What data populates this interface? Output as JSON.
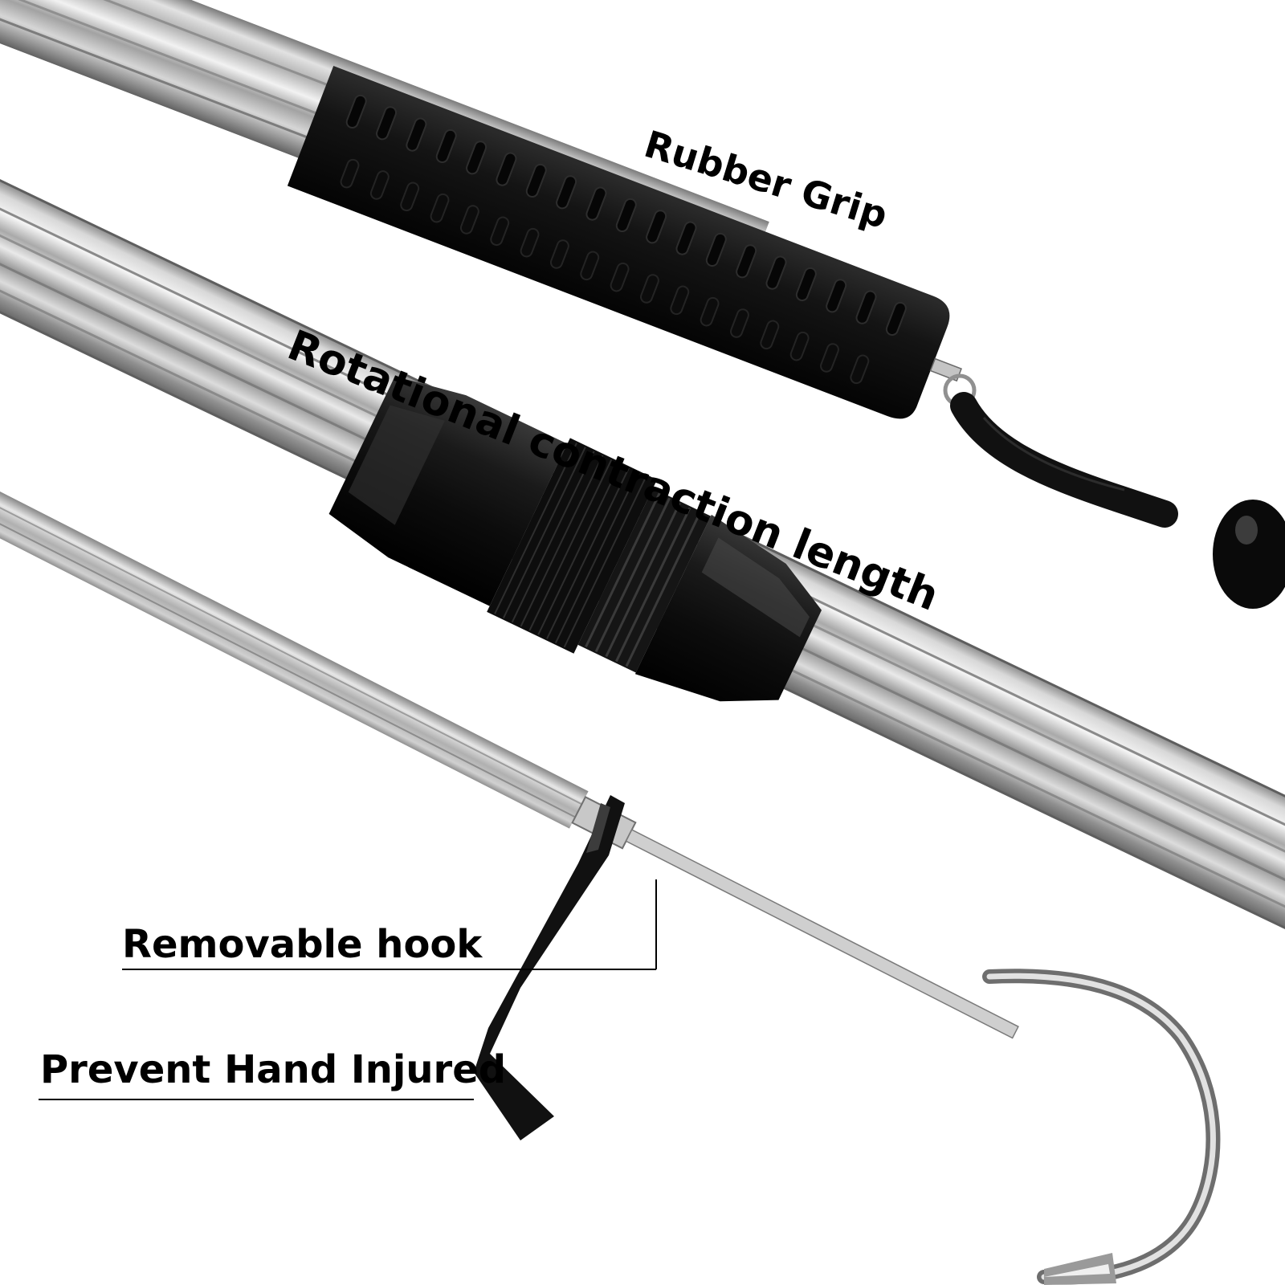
{
  "labels": {
    "rubber_grip": "Rubber Grip",
    "rotation": "Rotational contraction length",
    "removable_hook": "Removable hook",
    "prevent_injury": "Prevent Hand Injured"
  },
  "colors": {
    "background": "#ffffff",
    "metal_light": "#e4e4e4",
    "metal_mid": "#a8a8a8",
    "metal_dark": "#6a6a6a",
    "rubber": "#111111",
    "text": "#000000"
  }
}
